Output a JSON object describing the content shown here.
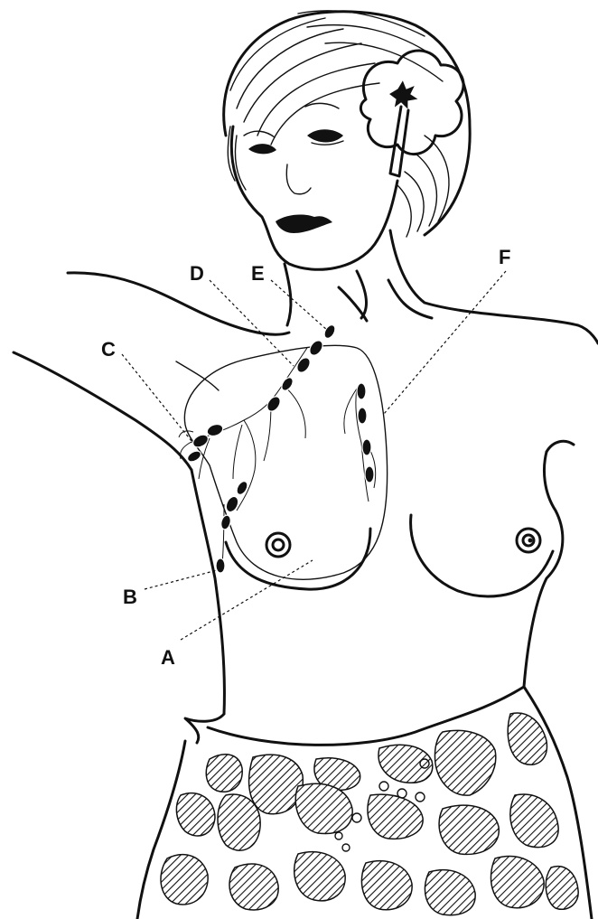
{
  "labels": {
    "A": "A",
    "B": "B",
    "C": "C",
    "D": "D",
    "E": "E",
    "F": "F"
  },
  "colors": {
    "ink": "#111111",
    "background": "#ffffff"
  }
}
